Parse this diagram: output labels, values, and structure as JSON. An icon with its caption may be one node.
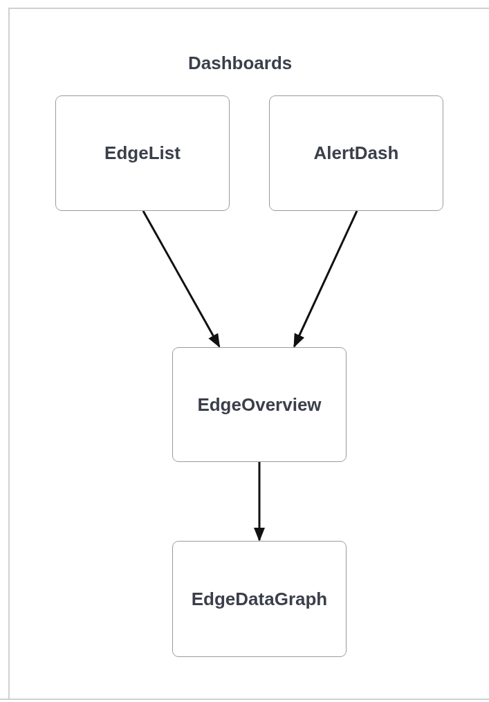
{
  "diagram": {
    "title": "Dashboards",
    "nodes": [
      {
        "text": [
          "EdgeList"
        ]
      },
      {
        "text": [
          "AlertDash"
        ]
      },
      {
        "text": [
          "EdgeOverview"
        ]
      },
      {
        "text": [
          "EdgeDataGraph"
        ]
      }
    ],
    "edges": [
      {
        "from": 0,
        "to": 2,
        "arrow": "to"
      },
      {
        "from": 1,
        "to": 2,
        "arrow": "to"
      },
      {
        "from": 2,
        "to": 3,
        "arrow": "to"
      }
    ]
  }
}
